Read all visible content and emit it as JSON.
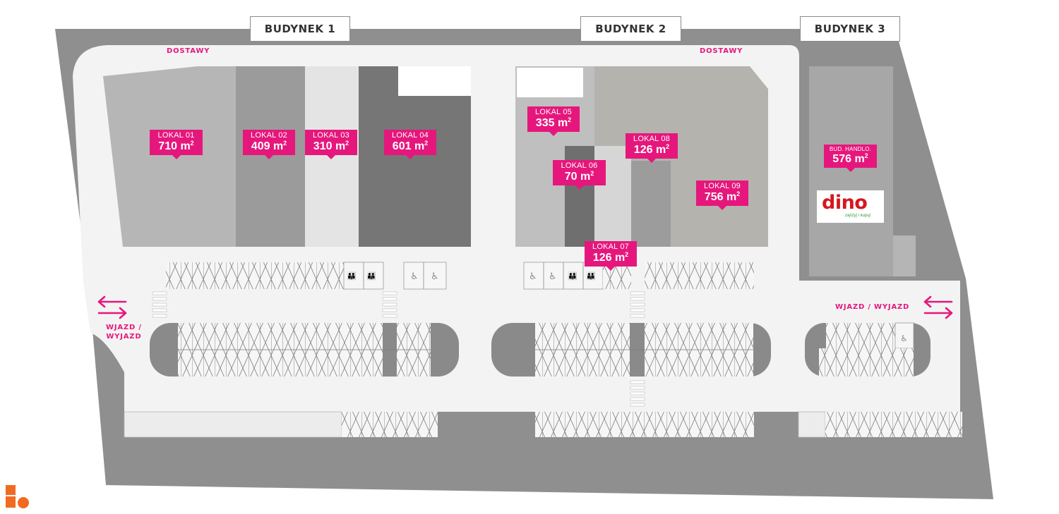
{
  "buildings": [
    {
      "label": "BUDYNEK 1"
    },
    {
      "label": "BUDYNEK 2"
    },
    {
      "label": "BUDYNEK 3"
    }
  ],
  "units": [
    {
      "name": "LOKAL 01",
      "area": "710 m",
      "sup": "2"
    },
    {
      "name": "LOKAL 02",
      "area": "409 m",
      "sup": "2"
    },
    {
      "name": "LOKAL 03",
      "area": "310 m",
      "sup": "2"
    },
    {
      "name": "LOKAL 04",
      "area": "601 m",
      "sup": "2"
    },
    {
      "name": "LOKAL 05",
      "area": "335 m",
      "sup": "2"
    },
    {
      "name": "LOKAL 06",
      "area": "70 m",
      "sup": "2"
    },
    {
      "name": "LOKAL 07",
      "area": "126 m",
      "sup": "2"
    },
    {
      "name": "LOKAL 08",
      "area": "126 m",
      "sup": "2"
    },
    {
      "name": "LOKAL 09",
      "area": "756 m",
      "sup": "2"
    },
    {
      "name": "BUD. HANDLO.",
      "area": "576 m",
      "sup": "2"
    }
  ],
  "notes": {
    "deliveries_left": "DOSTAWY",
    "deliveries_right": "DOSTAWY",
    "entry_left_line1": "WJAZD /",
    "entry_left_line2": "WYJAZD",
    "entry_right": "WJAZD / WYJAZD"
  },
  "tenant_logo": {
    "name": "dino",
    "tagline": "zajrzyj i kupuj",
    "brand_color": "#d5171f",
    "tagline_color": "#2f9a3e"
  },
  "colors": {
    "accent": "#e6177c",
    "site_boundary": "#8f8f8f",
    "road": "#f3f3f3",
    "corner_logo": "#f26a21"
  },
  "icons": [
    "double-arrow-left-right-icon",
    "wheelchair-icon",
    "family-parking-icon",
    "brand-logo-icon"
  ]
}
